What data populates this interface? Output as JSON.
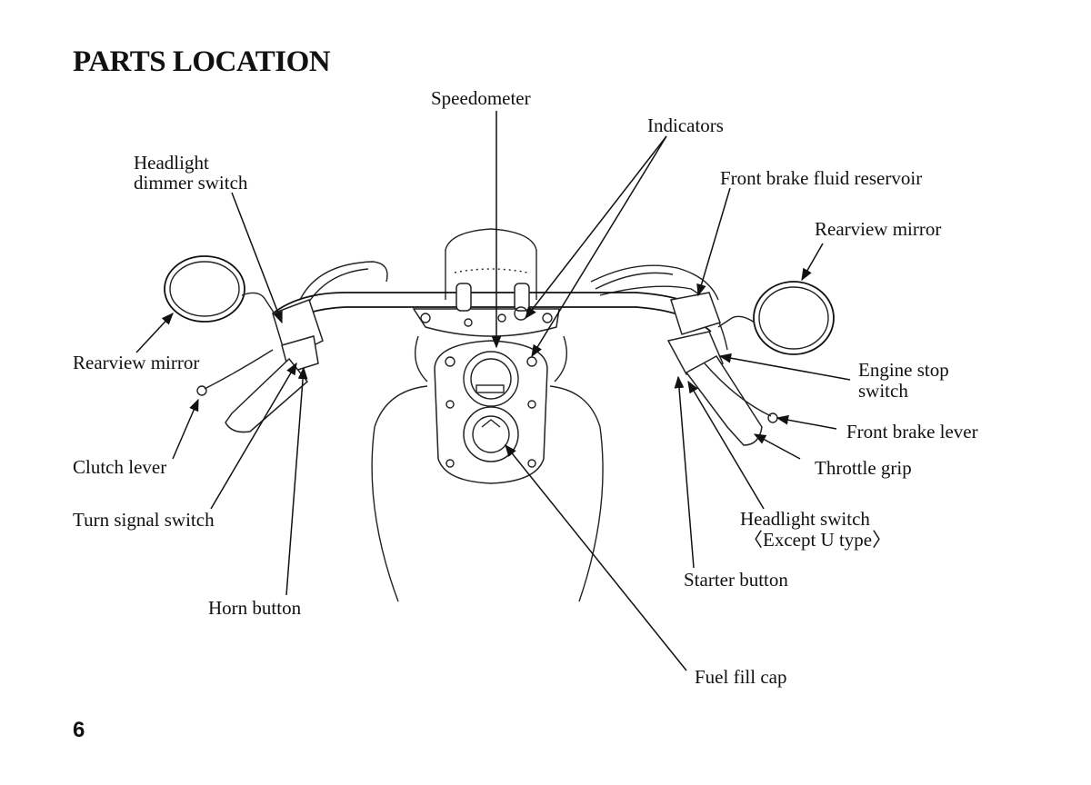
{
  "title": "PARTS LOCATION",
  "page_number": "6",
  "labels": {
    "speedometer": "Speedometer",
    "indicators": "Indicators",
    "headlight_dimmer_1": "Headlight",
    "headlight_dimmer_2": "dimmer switch",
    "front_brake_fluid": "Front brake fluid reservoir",
    "rearview_mirror_right": "Rearview mirror",
    "rearview_mirror_left": "Rearview mirror",
    "engine_stop_1": "Engine stop",
    "engine_stop_2": "switch",
    "front_brake_lever": "Front brake lever",
    "clutch_lever": "Clutch lever",
    "throttle_grip": "Throttle grip",
    "turn_signal_switch": "Turn signal switch",
    "headlight_switch_1": "Headlight switch",
    "headlight_switch_2": "〈Except U type〉",
    "starter_button": "Starter button",
    "horn_button": "Horn button",
    "fuel_fill_cap": "Fuel fill cap"
  }
}
